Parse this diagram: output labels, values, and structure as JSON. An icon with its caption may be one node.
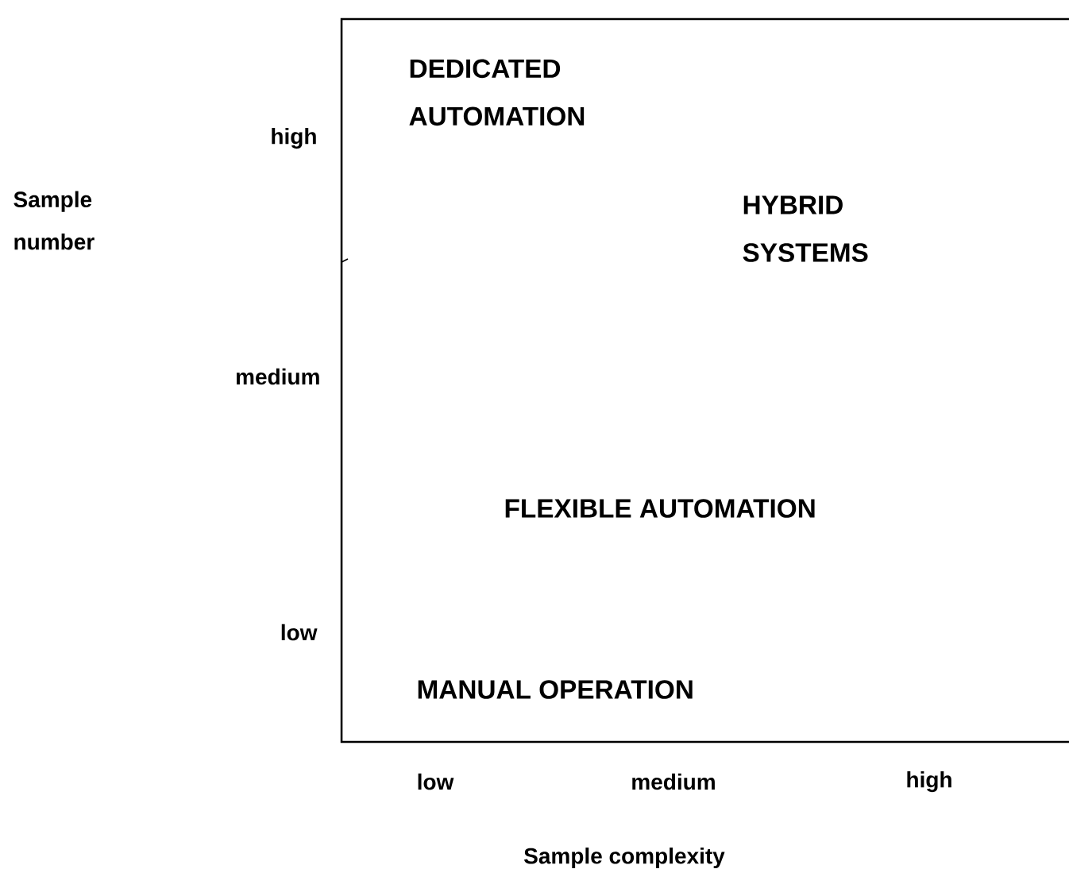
{
  "diagram": {
    "labels": [
      "DEDICATED AUTOMATION",
      "high",
      "Sample number",
      "HYBRID SYSTEMS",
      "medium",
      "FLEXIBLE AUTOMATION",
      "low",
      "MANUAL OPERATION",
      "low",
      "medium",
      "high",
      "Sample complexity"
    ]
  }
}
